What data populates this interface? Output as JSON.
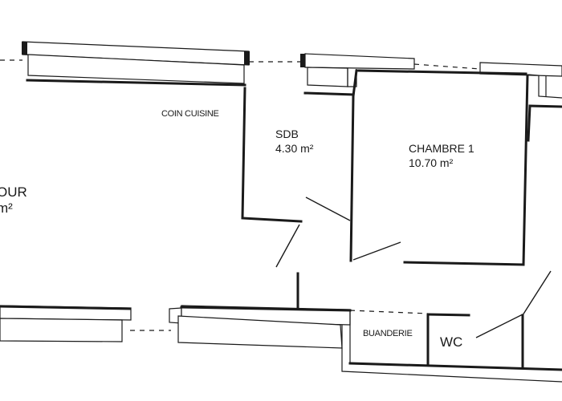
{
  "rooms": {
    "sejour": {
      "name": "OUR",
      "area": "m²"
    },
    "coin_cuisine": {
      "name": "COIN CUISINE"
    },
    "sdb": {
      "name": "SDB",
      "area": "4.30 m²"
    },
    "chambre1": {
      "name": "CHAMBRE 1",
      "area": "10.70 m²"
    },
    "buanderie": {
      "name": "BUANDERIE"
    },
    "wc": {
      "name": "WC"
    }
  }
}
